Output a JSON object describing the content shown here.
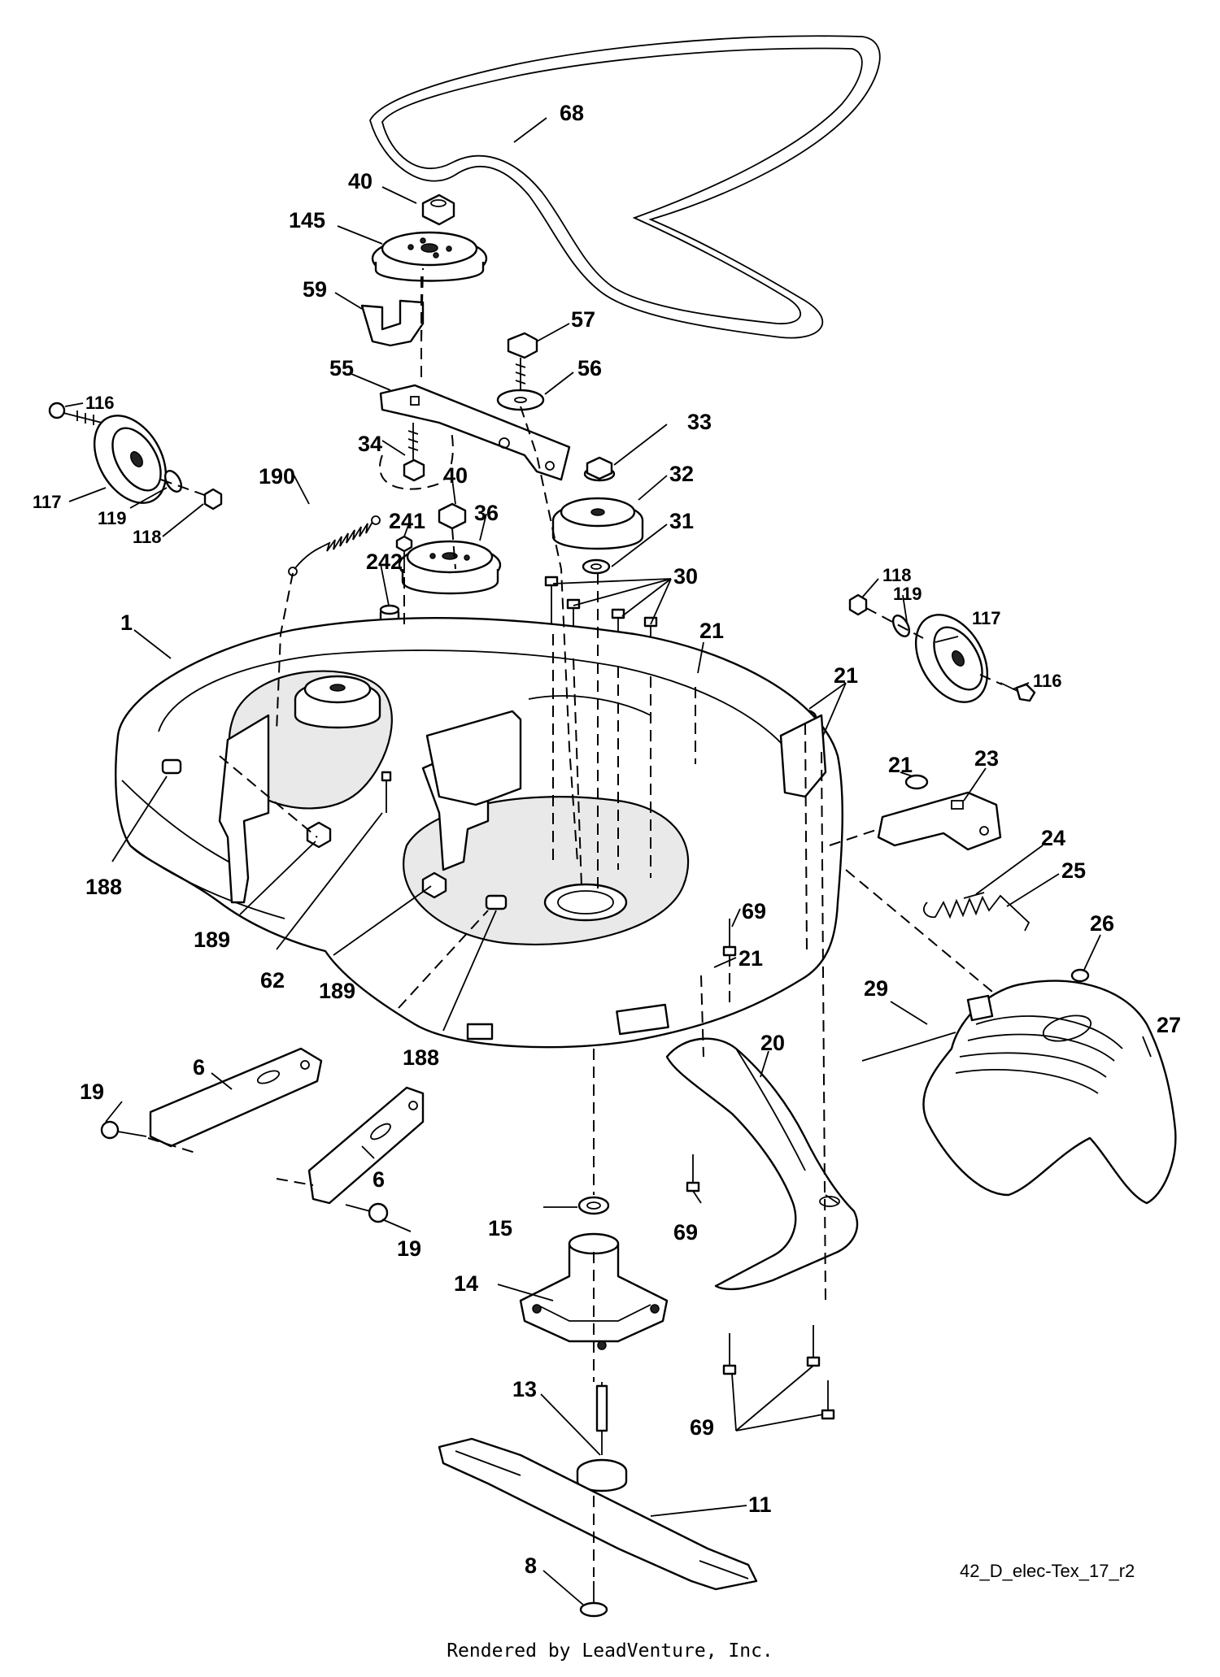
{
  "diagram": {
    "drawing_ref": "42_D_elec-Tex_17_r2",
    "footer": "Rendered by LeadVenture, Inc.",
    "callouts": [
      {
        "label": "68"
      },
      {
        "label": "40"
      },
      {
        "label": "145"
      },
      {
        "label": "59"
      },
      {
        "label": "57"
      },
      {
        "label": "56"
      },
      {
        "label": "55"
      },
      {
        "label": "33"
      },
      {
        "label": "116"
      },
      {
        "label": "34"
      },
      {
        "label": "32"
      },
      {
        "label": "40"
      },
      {
        "label": "190"
      },
      {
        "label": "36"
      },
      {
        "label": "117"
      },
      {
        "label": "119"
      },
      {
        "label": "118"
      },
      {
        "label": "241"
      },
      {
        "label": "31"
      },
      {
        "label": "242"
      },
      {
        "label": "30"
      },
      {
        "label": "118"
      },
      {
        "label": "119"
      },
      {
        "label": "117"
      },
      {
        "label": "1"
      },
      {
        "label": "21"
      },
      {
        "label": "116"
      },
      {
        "label": "21"
      },
      {
        "label": "21"
      },
      {
        "label": "23"
      },
      {
        "label": "24"
      },
      {
        "label": "25"
      },
      {
        "label": "188"
      },
      {
        "label": "69"
      },
      {
        "label": "189"
      },
      {
        "label": "26"
      },
      {
        "label": "62"
      },
      {
        "label": "189"
      },
      {
        "label": "21"
      },
      {
        "label": "29"
      },
      {
        "label": "27"
      },
      {
        "label": "188"
      },
      {
        "label": "20"
      },
      {
        "label": "6"
      },
      {
        "label": "19"
      },
      {
        "label": "6"
      },
      {
        "label": "69"
      },
      {
        "label": "15"
      },
      {
        "label": "19"
      },
      {
        "label": "14"
      },
      {
        "label": "13"
      },
      {
        "label": "69"
      },
      {
        "label": "11"
      },
      {
        "label": "8"
      }
    ]
  }
}
